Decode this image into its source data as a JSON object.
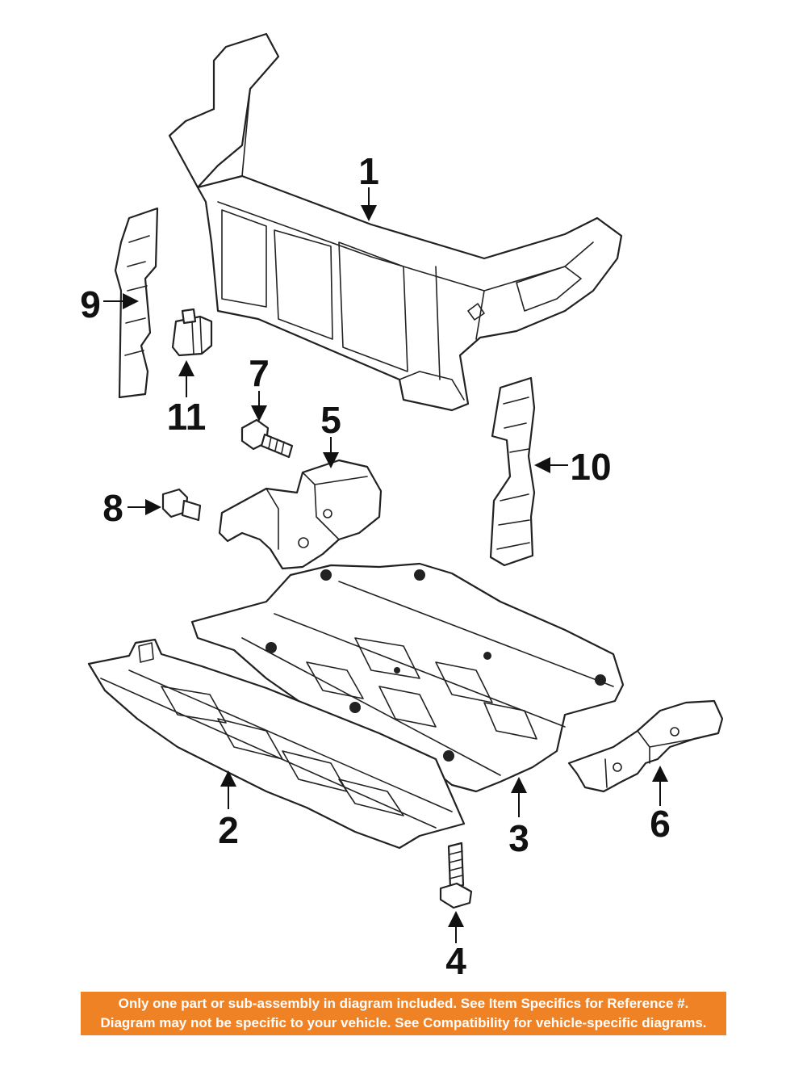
{
  "callouts": {
    "c1": "1",
    "c2": "2",
    "c3": "3",
    "c4": "4",
    "c5": "5",
    "c6": "6",
    "c7": "7",
    "c8": "8",
    "c9": "9",
    "c10": "10",
    "c11": "11"
  },
  "banner": {
    "line1": "Only one part or sub-assembly in diagram included. See Item Specifics for Reference #.",
    "line2": "Diagram may not be specific to your vehicle. See Compatibility for vehicle-specific diagrams.",
    "color": "#f08226"
  }
}
